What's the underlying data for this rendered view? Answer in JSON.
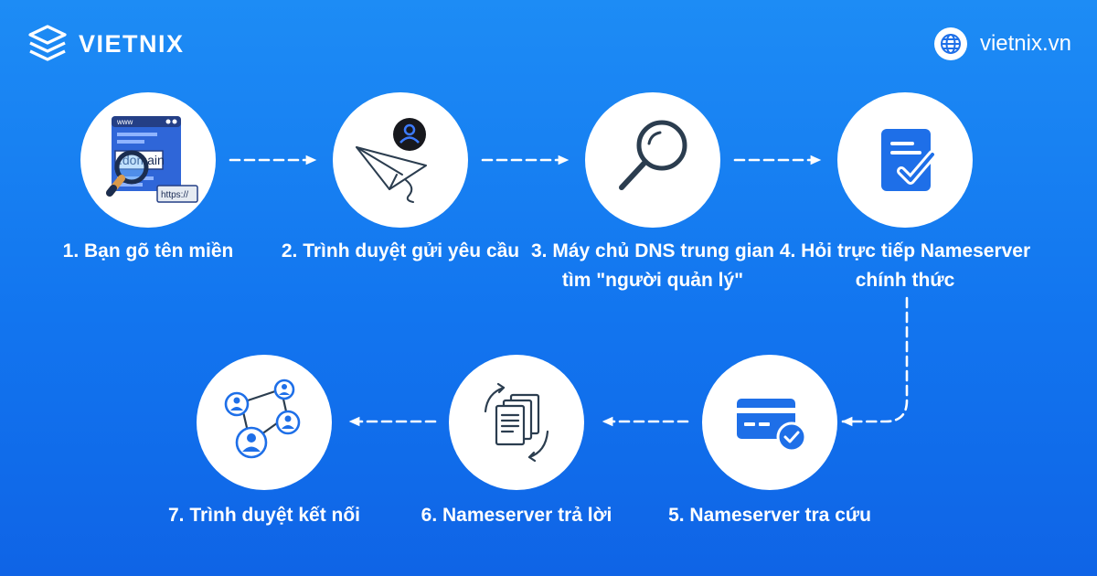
{
  "brand": {
    "name": "VIETNIX",
    "logo_icon": "stacked-layers-icon"
  },
  "website": {
    "text": "vietnix.vn",
    "icon": "globe-icon"
  },
  "colors": {
    "background": "#1275ef",
    "accent": "#1e6fe8",
    "node_fill": "#ffffff",
    "dark": "#2b3d4f"
  },
  "steps": [
    {
      "label": "1. Bạn gõ tên miền",
      "icon": "domain-browser-icon",
      "icon_texts": {
        "www": "www",
        "domain": ".domain",
        "https": "https://"
      }
    },
    {
      "label": "2. Trình duyệt gửi yêu cầu",
      "icon": "paper-plane-user-icon"
    },
    {
      "label": "3. Máy chủ DNS trung gian tìm \"người quản lý\"",
      "icon": "magnifier-icon"
    },
    {
      "label": "4. Hỏi trực tiếp Nameserver chính thức",
      "icon": "document-check-icon"
    },
    {
      "label": "5. Nameserver tra cứu",
      "icon": "card-check-icon"
    },
    {
      "label": "6. Nameserver trả lời",
      "icon": "documents-sync-icon"
    },
    {
      "label": "7. Trình duyệt kết nối",
      "icon": "user-network-icon"
    }
  ]
}
